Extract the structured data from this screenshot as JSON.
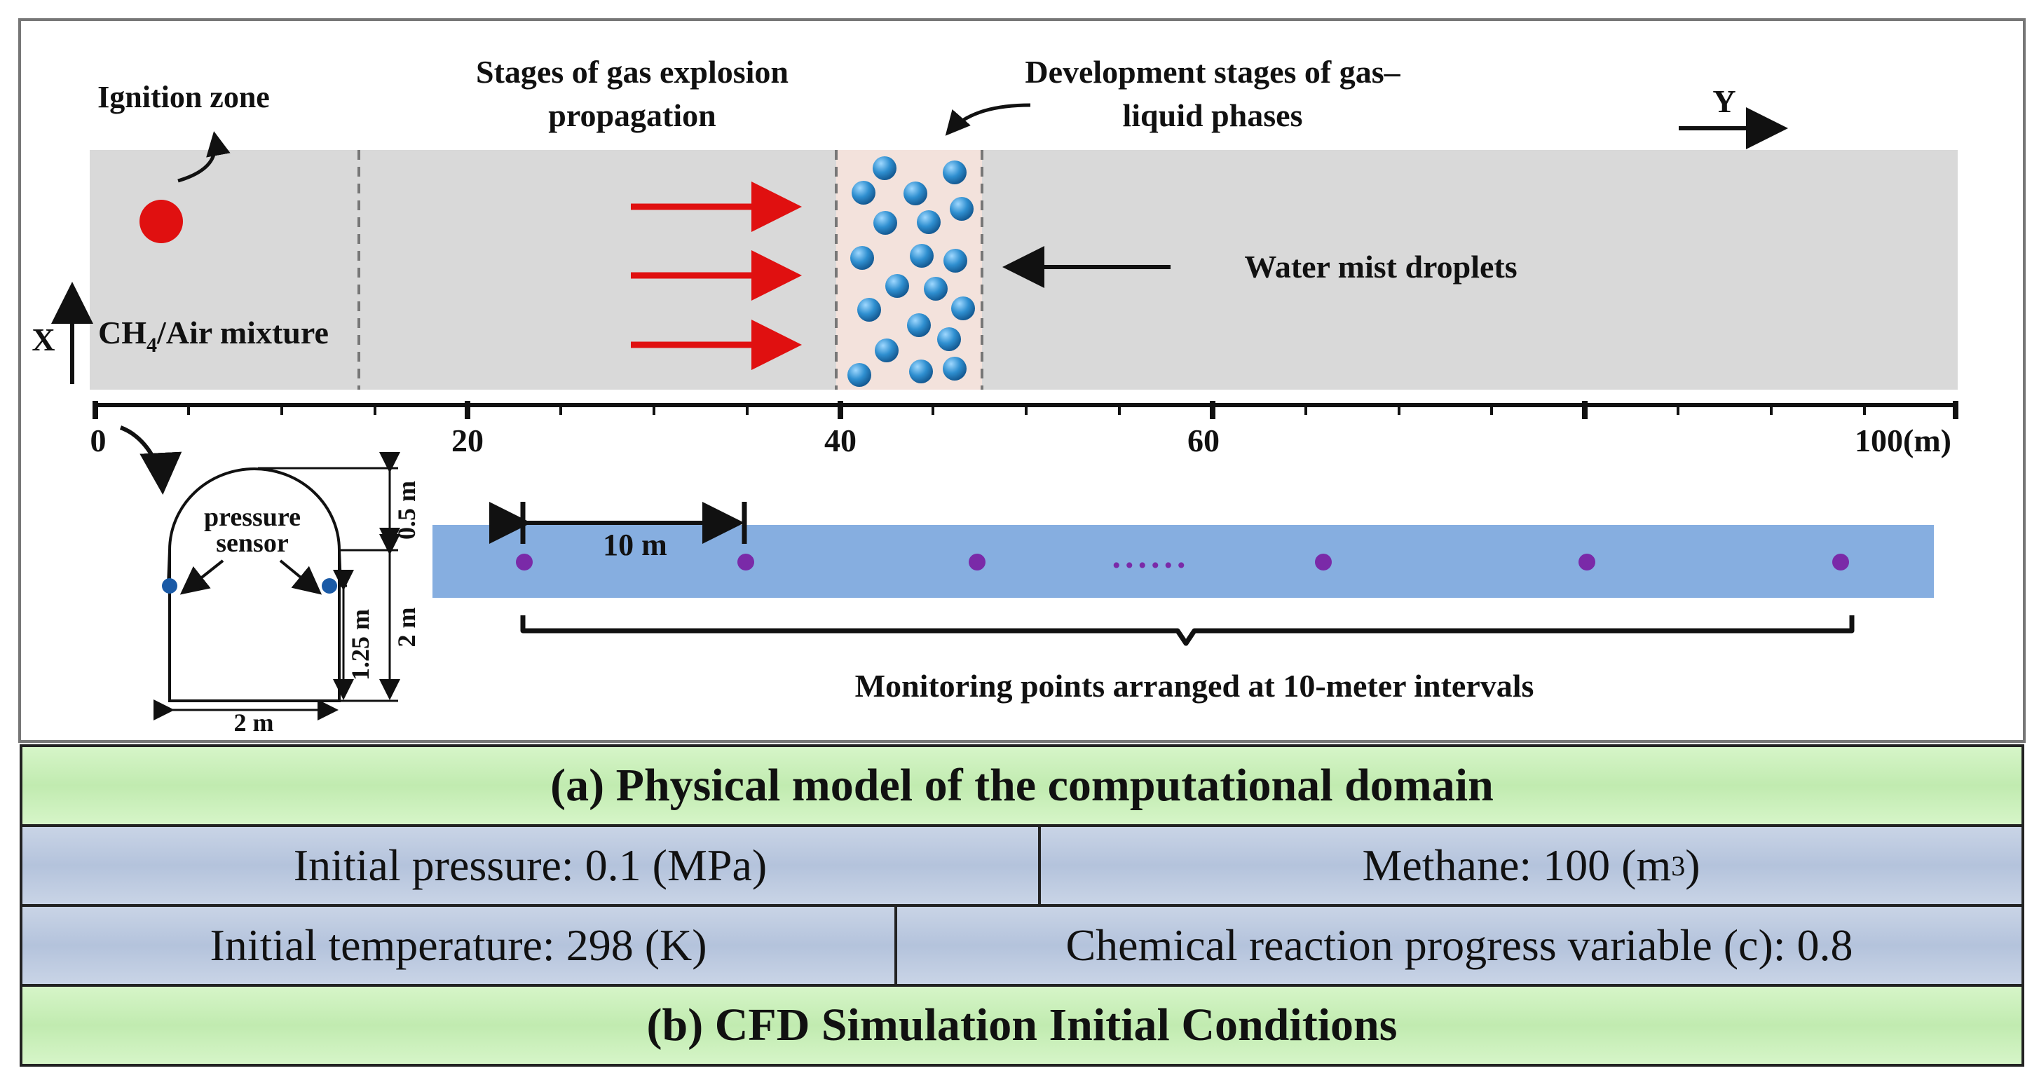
{
  "labels": {
    "ignition_zone": "Ignition zone",
    "stages_propagation_line1": "Stages of gas explosion",
    "stages_propagation_line2": "propagation",
    "dev_stages_line1": "Development stages of gas–",
    "dev_stages_line2": "liquid phases",
    "axis_y": "Y",
    "axis_x": "X",
    "water_mist": "Water mist droplets",
    "mixture_ch": "CH",
    "mixture_sub": "4",
    "mixture_rest": "/Air mixture",
    "pressure_sensor_line1": "pressure",
    "pressure_sensor_line2": "sensor",
    "dim_05": "0.5 m",
    "dim_2m_vertical": "2 m",
    "dim_125": "1.25 m",
    "dim_2m_width": "2 m",
    "spacing_10m": "10 m",
    "dots": "......",
    "monitoring": "Monitoring points arranged at 10-meter intervals"
  },
  "scale": {
    "ticks": [
      "0",
      "20",
      "40",
      "60",
      "100(m)"
    ]
  },
  "table": {
    "caption_a": "(a) Physical model of the computational domain",
    "initial_pressure": "Initial pressure: 0.1 (MPa)",
    "methane_prefix": "Methane: 100 (m",
    "methane_sup": "3",
    "methane_suffix": ")",
    "initial_temperature": "Initial temperature: 298 (K)",
    "reaction_progress": "Chemical reaction progress variable (c): 0.8",
    "caption_b": "(b) CFD Simulation Initial Conditions"
  },
  "colors": {
    "domain_fill": "#d9d9d9",
    "droplet_zone": "#f3e2dc",
    "droplet": "#2f8fd0",
    "ignition": "#e01010",
    "flow_arrow": "#e01010",
    "channel": "#86aee0",
    "monitor_point": "#7a2aa8",
    "sensor": "#1a5aa6",
    "caption_green": "#c4ecb2",
    "row_blue": "#b8c6de"
  }
}
